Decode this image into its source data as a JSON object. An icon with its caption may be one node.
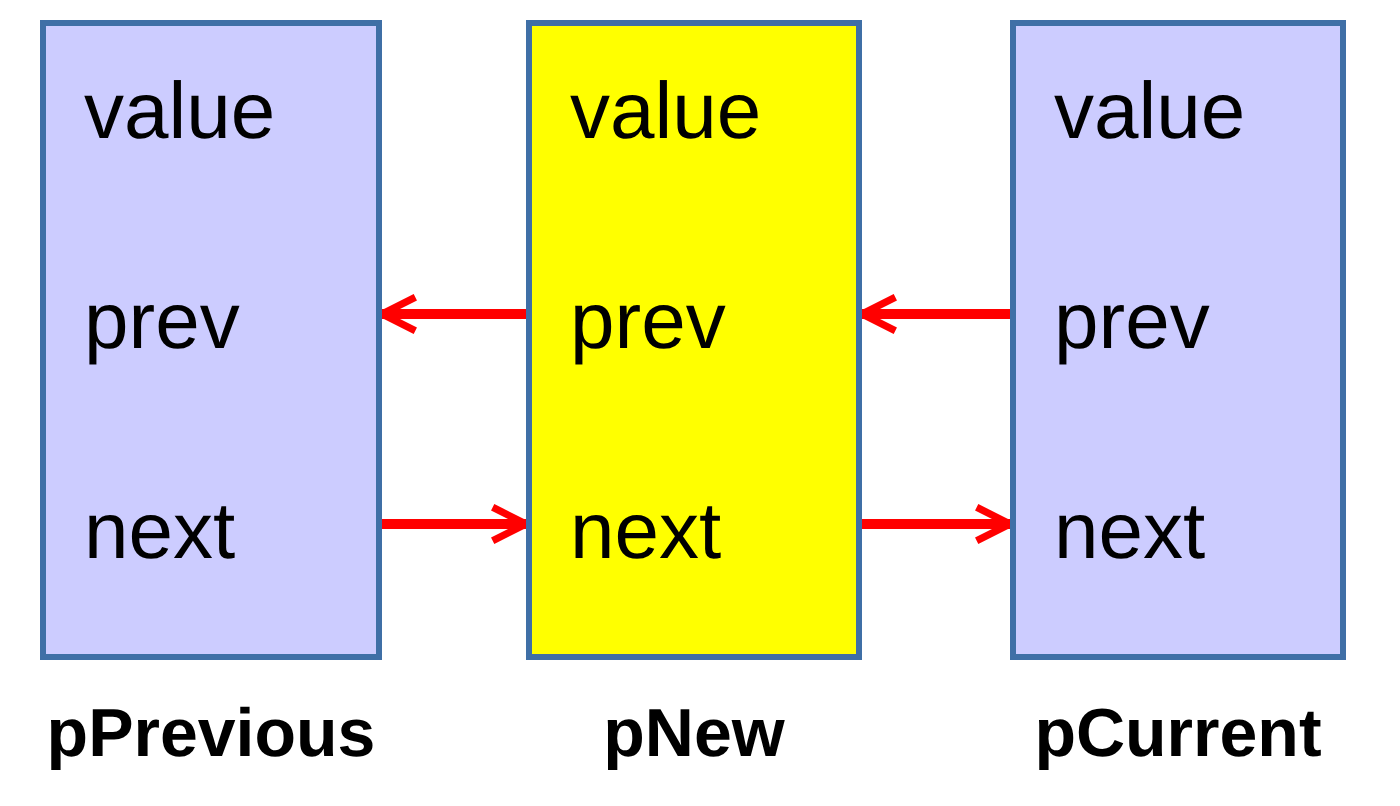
{
  "diagram": {
    "nodes": [
      {
        "text": [
          "value",
          "prev",
          "next"
        ],
        "beside": [
          "pPrevious"
        ]
      },
      {
        "text": [
          "value",
          "prev",
          "next"
        ],
        "beside": [
          "pNew"
        ]
      },
      {
        "text": [
          "value",
          "prev",
          "next"
        ],
        "beside": [
          "pCurrent"
        ]
      }
    ],
    "edges": [
      {
        "from": 1,
        "to": 0,
        "arrow": "to"
      },
      {
        "from": 2,
        "to": 1,
        "arrow": "to"
      },
      {
        "from": 0,
        "to": 1,
        "arrow": "to"
      },
      {
        "from": 1,
        "to": 2,
        "arrow": "to"
      }
    ]
  }
}
